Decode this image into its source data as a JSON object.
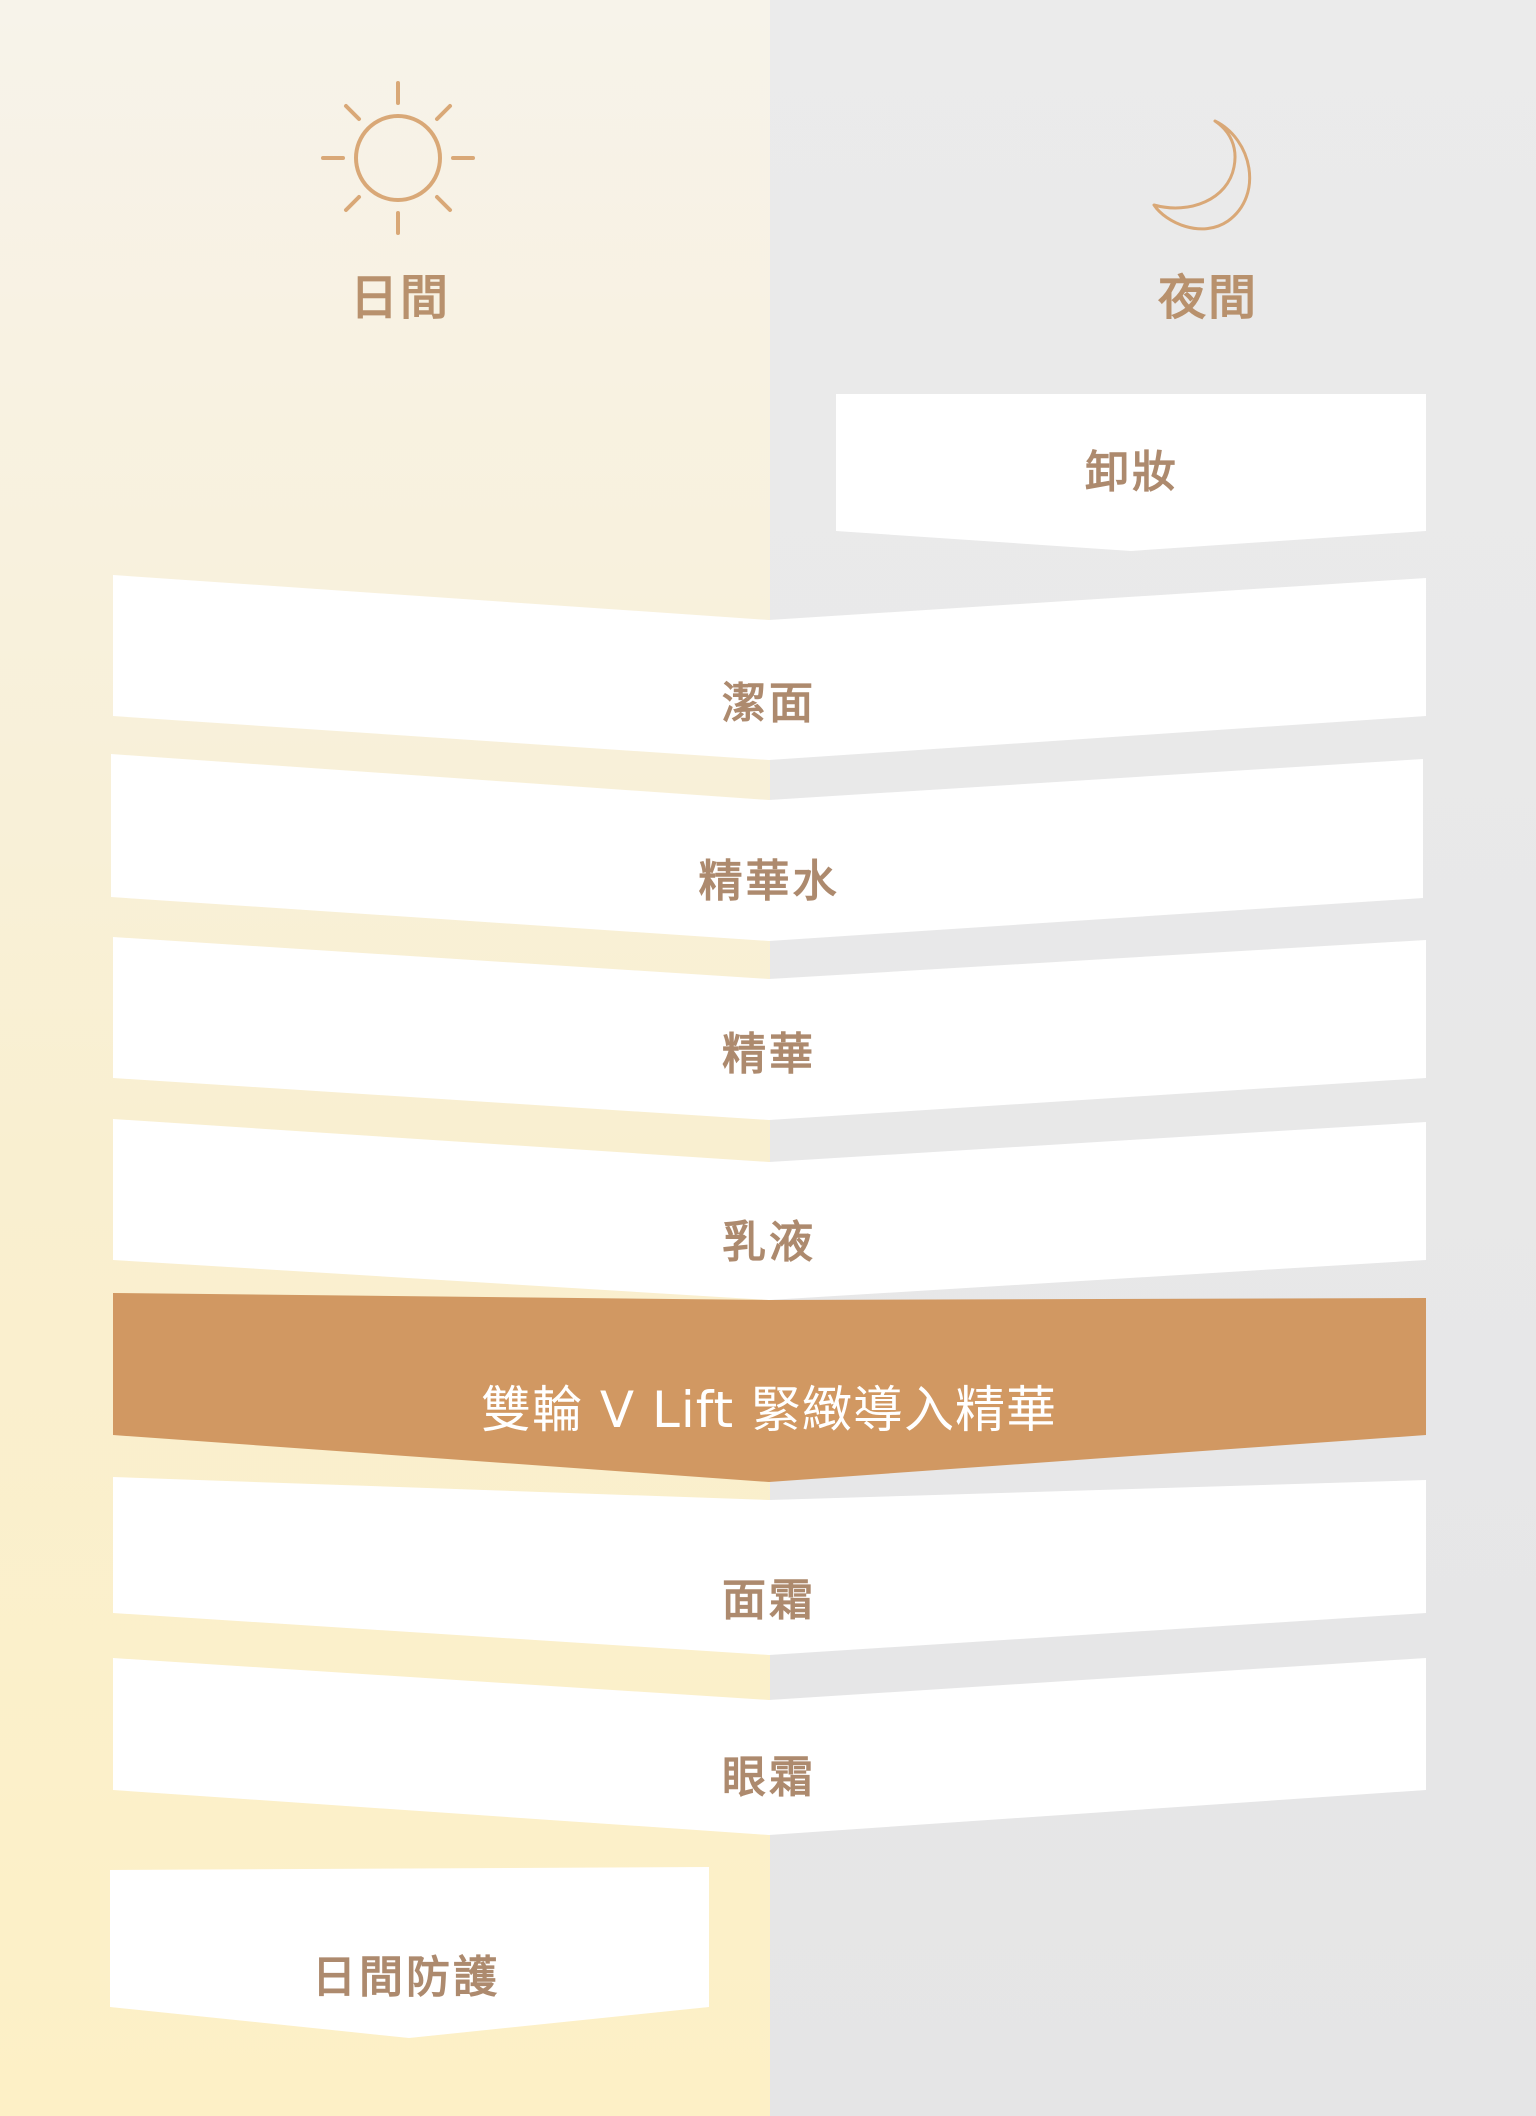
{
  "colors": {
    "accent": "#d19862",
    "text": "#ad8a6e",
    "icon": "#d9a877",
    "box": "#ffffff"
  },
  "header": {
    "day": {
      "icon": "sun-icon",
      "label": "日間"
    },
    "night": {
      "icon": "moon-icon",
      "label": "夜間"
    }
  },
  "steps": [
    {
      "label": "卸妝",
      "applies_to": "night"
    },
    {
      "label": "潔面",
      "applies_to": "both"
    },
    {
      "label": "精華水",
      "applies_to": "both"
    },
    {
      "label": "精華",
      "applies_to": "both"
    },
    {
      "label": "乳液",
      "applies_to": "both"
    },
    {
      "label": "雙輪 V Lift 緊緻導入精華",
      "applies_to": "both",
      "highlighted": true
    },
    {
      "label": "面霜",
      "applies_to": "both"
    },
    {
      "label": "眼霜",
      "applies_to": "both"
    },
    {
      "label": "日間防護",
      "applies_to": "day"
    }
  ]
}
